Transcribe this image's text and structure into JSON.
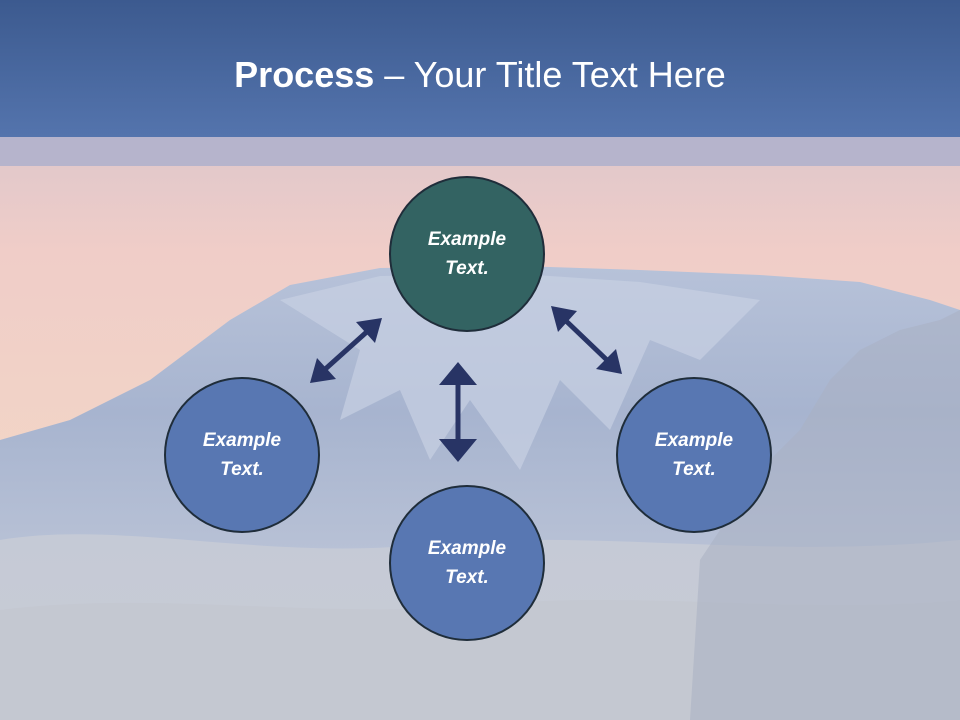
{
  "slide": {
    "title_bold": "Process",
    "title_rest": " – Your Title Text Here"
  },
  "diagram": {
    "nodes": [
      {
        "id": "top",
        "line1": "Example",
        "line2": "Text."
      },
      {
        "id": "left",
        "line1": "Example",
        "line2": "Text."
      },
      {
        "id": "right",
        "line1": "Example",
        "line2": "Text."
      },
      {
        "id": "bottom",
        "line1": "Example",
        "line2": "Text."
      }
    ]
  },
  "colors": {
    "header": "#4a69a3",
    "top_node": "#336362",
    "other_nodes": "#5877b2",
    "arrows": "#283465"
  }
}
